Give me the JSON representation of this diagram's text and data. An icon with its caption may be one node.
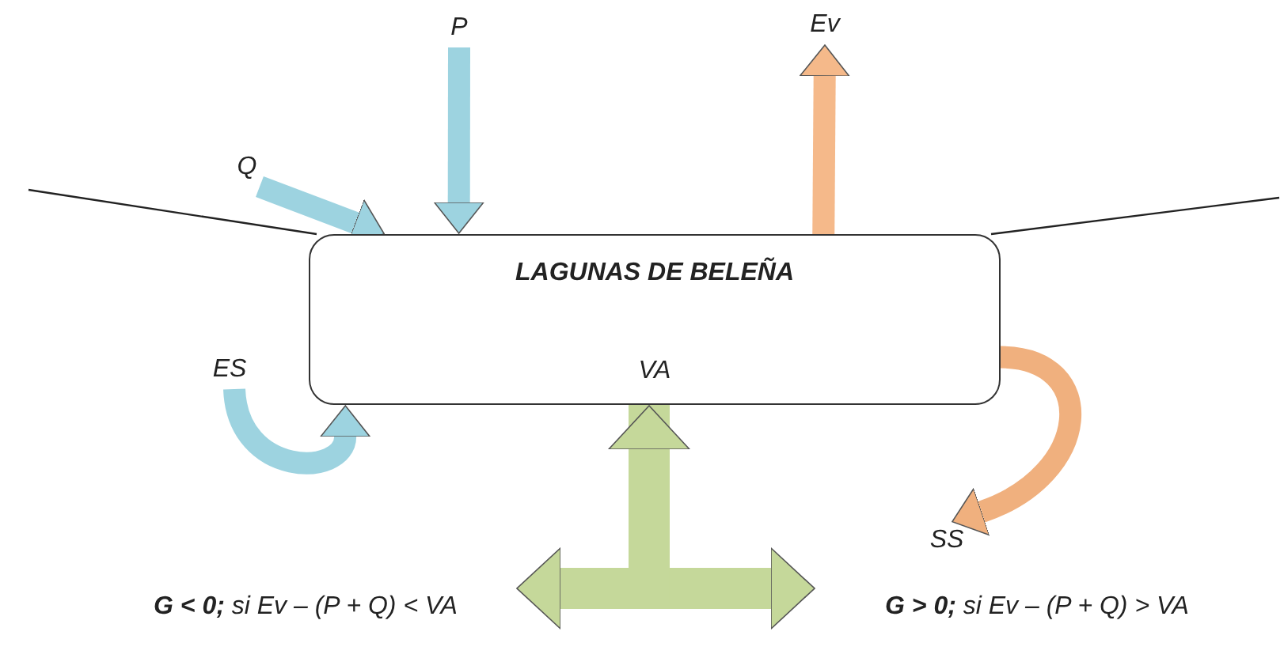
{
  "diagram": {
    "nodes": [
      {
        "text": [
          "LAGUNAS DE BELEÑA",
          "VA"
        ]
      },
      {
        "text": [
          "P"
        ]
      },
      {
        "text": [
          "Q"
        ]
      },
      {
        "text": [
          "Ev"
        ]
      },
      {
        "text": [
          "ES"
        ]
      },
      {
        "text": [
          "SS"
        ]
      },
      {
        "text": [
          "**G < 0;** si Ev – (P + Q) < VA"
        ]
      },
      {
        "text": [
          "**G > 0;** si Ev – (P + Q) > VA"
        ]
      }
    ],
    "edges": [
      {
        "from": 1,
        "to": 0,
        "arrow": "to",
        "color": "#9dd3e0"
      },
      {
        "from": 2,
        "to": 0,
        "arrow": "to",
        "color": "#9dd3e0"
      },
      {
        "from": 0,
        "to": 3,
        "arrow": "to",
        "color": "#f5b98a"
      },
      {
        "from": 4,
        "to": 0,
        "arrow": "to",
        "color": "#9dd3e0"
      },
      {
        "from": 0,
        "to": 5,
        "arrow": "to",
        "color": "#f0b07e"
      },
      {
        "from": 0,
        "to": 6,
        "arrow": "both",
        "style": "thick",
        "color": "#c5d89a"
      },
      {
        "from": 0,
        "to": 7,
        "arrow": "to",
        "style": "thick",
        "color": "#c5d89a"
      }
    ]
  }
}
